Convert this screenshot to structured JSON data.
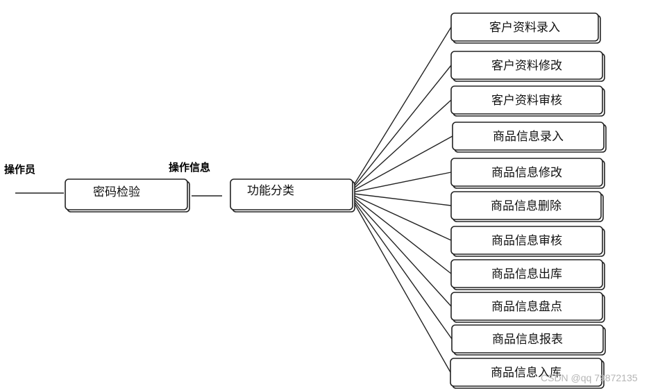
{
  "labels": {
    "operator": "操作员",
    "operation_info": "操作信息"
  },
  "nodes": {
    "password_check": "密码检验",
    "function_classify": "功能分类"
  },
  "functions": [
    "客户资料录入",
    "客户资料修改",
    "客户资料审核",
    "商品信息录入",
    "商品信息修改",
    "商品信息删除",
    "商品信息审核",
    "商品信息出库",
    "商品信息盘点",
    "商品信息报表",
    "商品信息入库"
  ],
  "watermark": "CSDN @qq 79872135"
}
